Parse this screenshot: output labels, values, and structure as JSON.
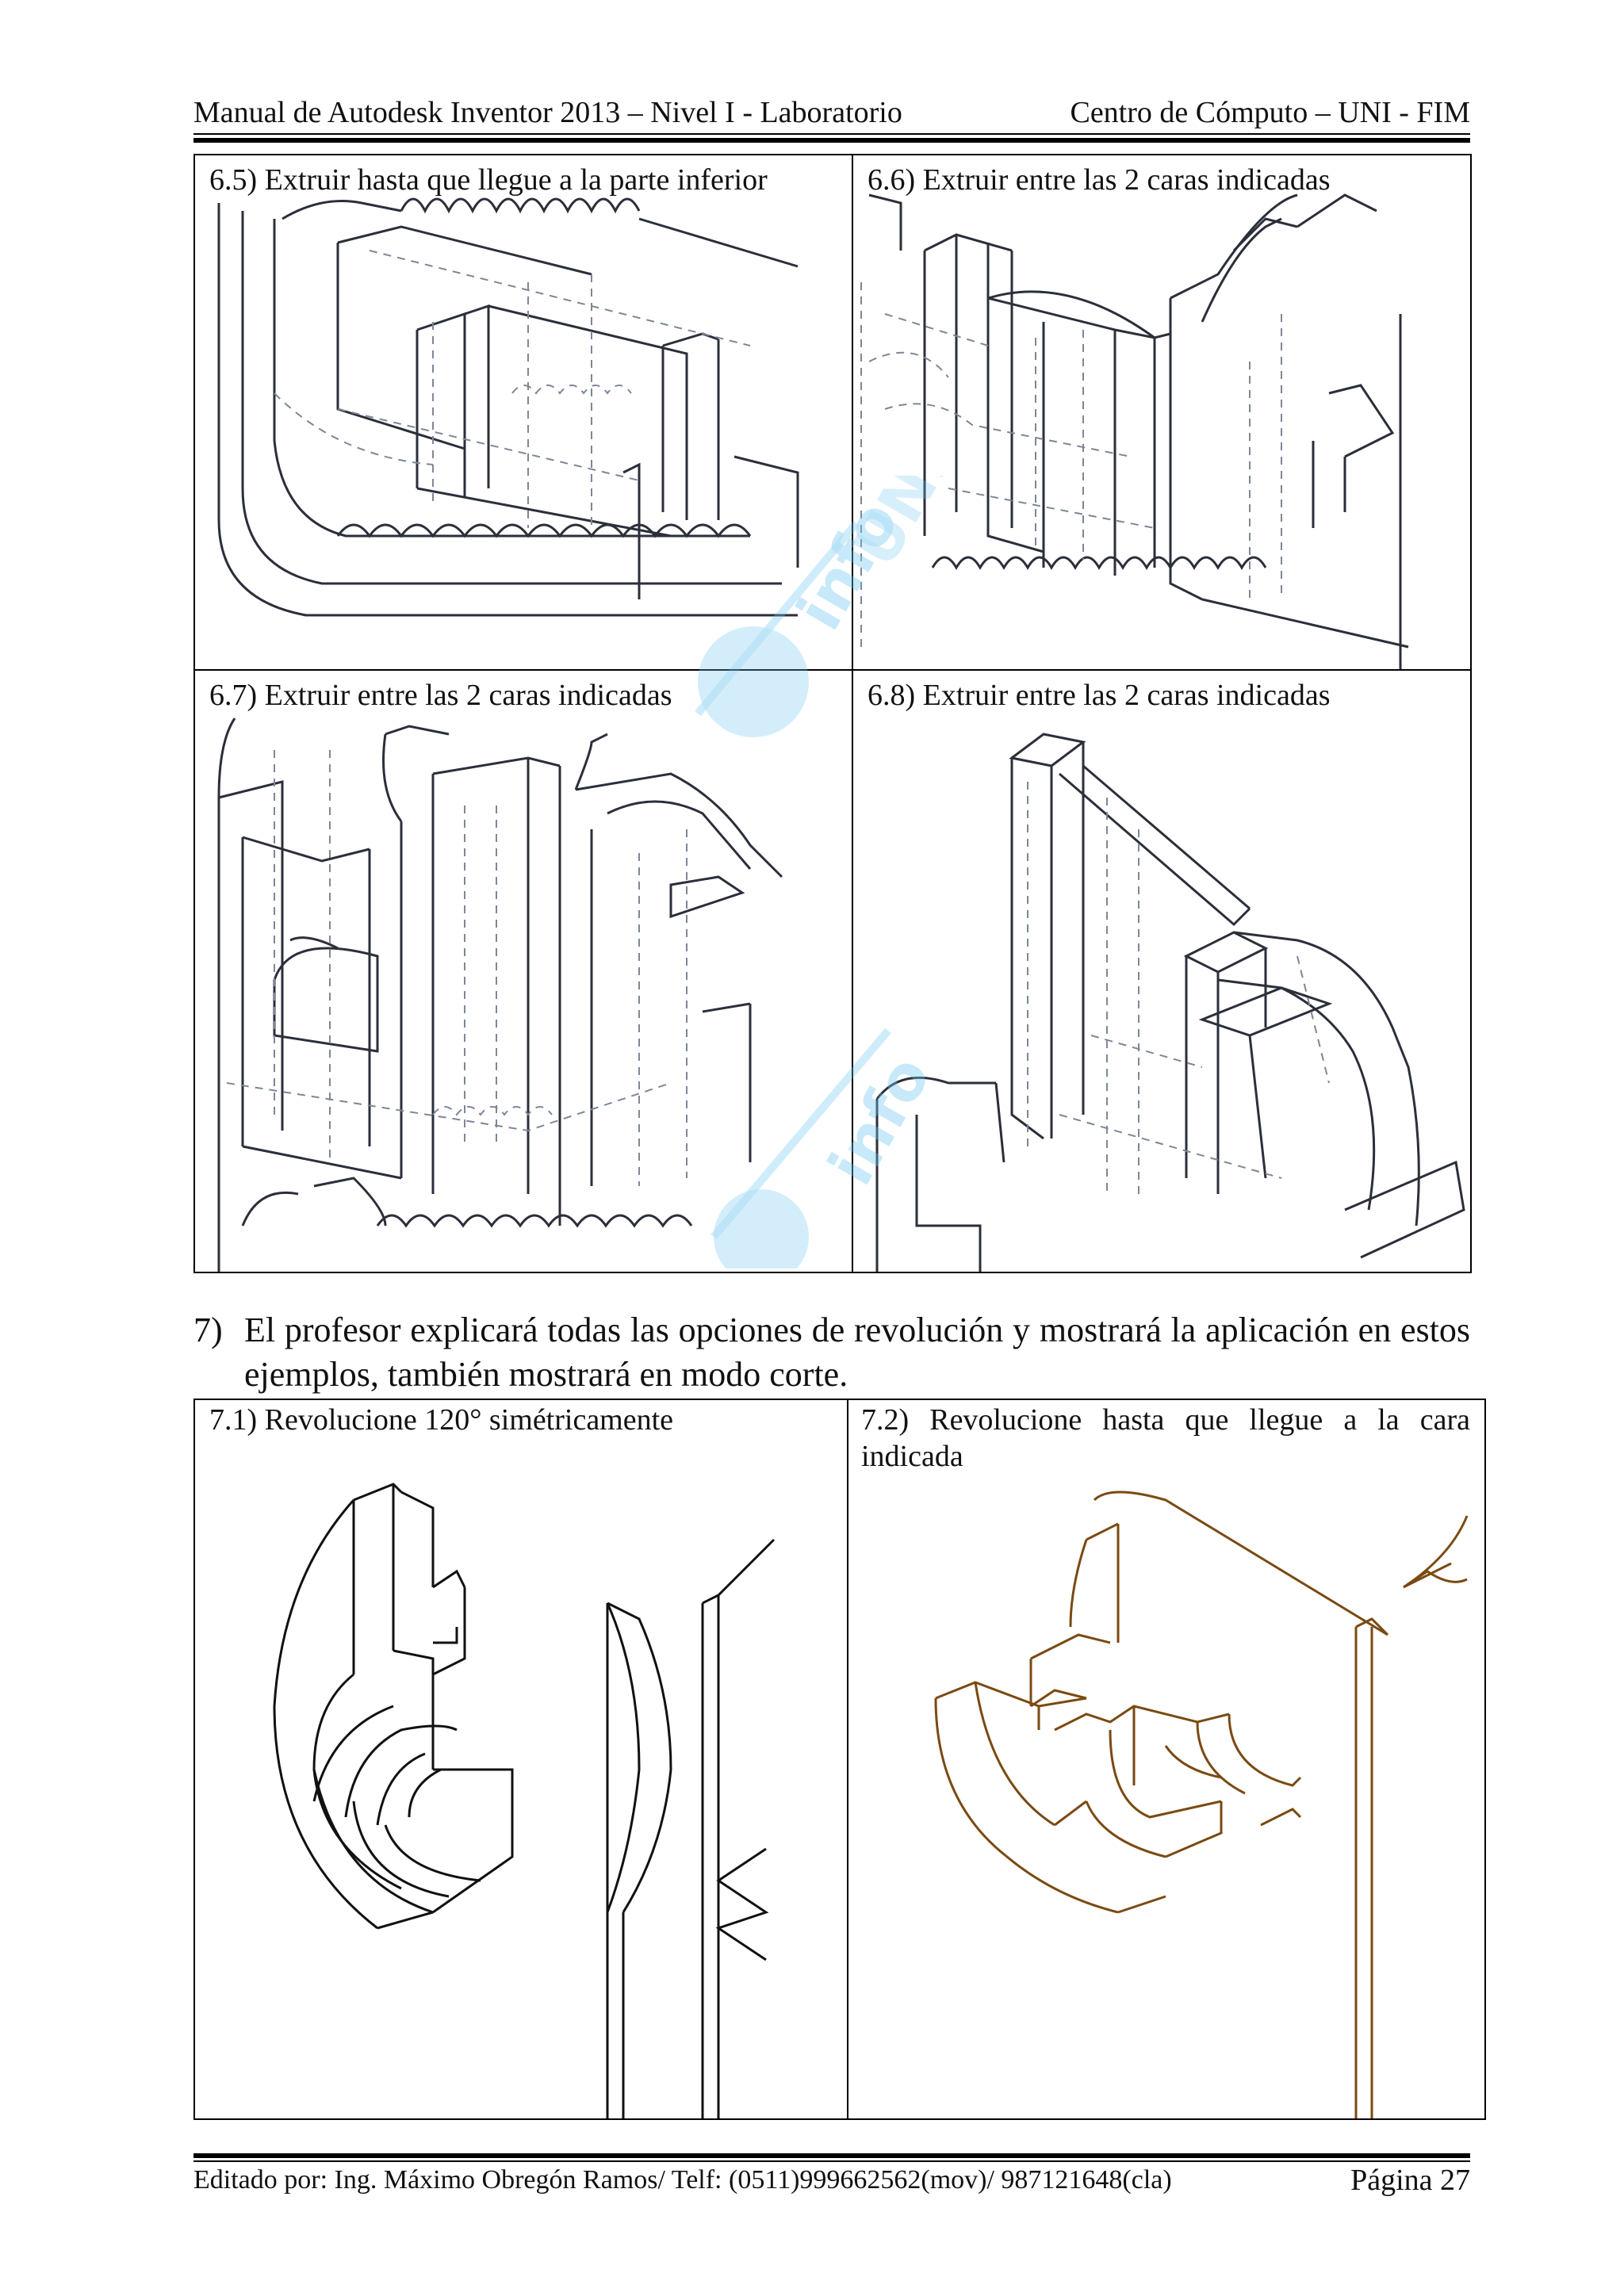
{
  "header": {
    "left": "Manual de Autodesk Inventor 2013 – Nivel I - Laboratorio",
    "right": "Centro de Cómputo – UNI - FIM"
  },
  "table1": {
    "cells": [
      {
        "caption": "6.5) Extruir hasta que llegue a la parte inferior"
      },
      {
        "caption": "6.6) Extruir entre las 2 caras indicadas"
      },
      {
        "caption": "6.7) Extruir entre las 2 caras indicadas"
      },
      {
        "caption": "6.8) Extruir entre las 2 caras indicadas"
      }
    ]
  },
  "section7": {
    "number": "7)",
    "text": "El profesor explicará todas las opciones de revolución y mostrará la aplicación en estos ejemplos, también mostrará en modo corte."
  },
  "table2": {
    "cells": [
      {
        "caption": "7.1) Revolucione 120° simétricamente"
      },
      {
        "caption": "7.2) Revolucione hasta que llegue a la cara indicada"
      }
    ]
  },
  "footer": {
    "left": "Editado por: Ing. Máximo Obregón Ramos/ Telf: (0511)999662562(mov)/ 987121648(cla)",
    "right": "Página 27"
  },
  "colors": {
    "line": "#2b2f3a",
    "hidden": "#7d8796",
    "brown": "#7a4a12",
    "watermark": "#6ec6ee"
  },
  "watermark": {
    "text_1": "info",
    "text_2": "UNI"
  }
}
